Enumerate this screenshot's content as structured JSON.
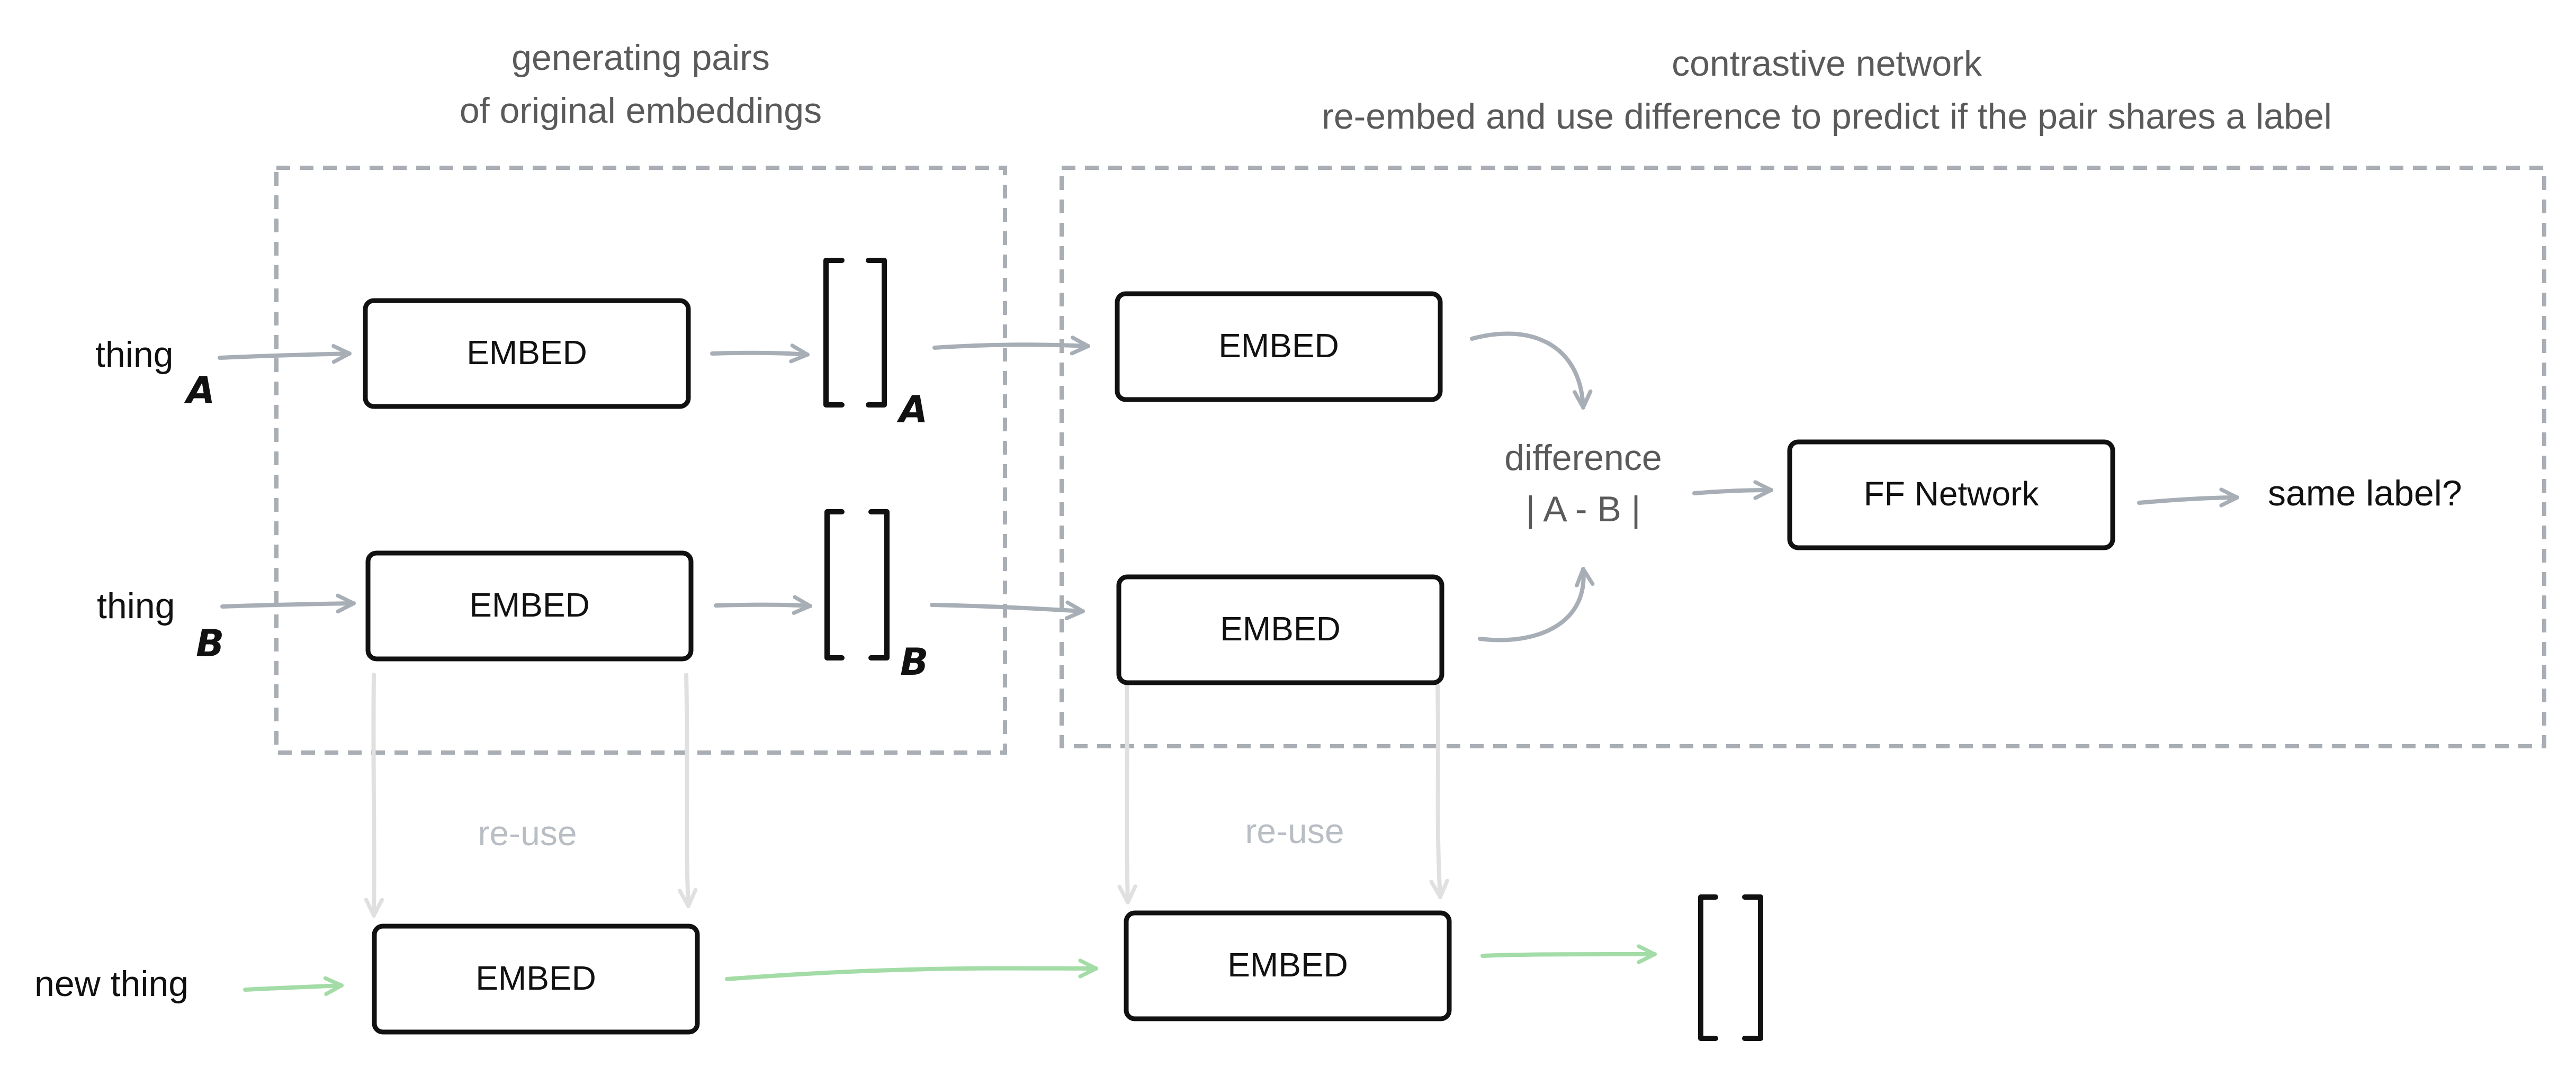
{
  "headers": {
    "pairs_line1": "generating pairs",
    "pairs_line2": "of original embeddings",
    "contrastive_line1": "contrastive network",
    "contrastive_line2": "re-embed and use difference to predict if the pair shares a label"
  },
  "inputs": {
    "thing_a": "thing",
    "thing_a_sub": "A",
    "thing_b": "thing",
    "thing_b_sub": "B",
    "new_thing": "new thing"
  },
  "boxes": {
    "embed_label": "EMBED",
    "ff_network": "FF Network"
  },
  "vectors": {
    "a_sub": "A",
    "b_sub": "B"
  },
  "difference": {
    "line1": "difference",
    "line2": "| A - B |"
  },
  "output": "same label?",
  "reuse": "re-use",
  "colors": {
    "dark": "#111111",
    "header_gray": "#5a5a5a",
    "arrow_gray": "#a7aeb6",
    "dash_gray": "#a9aeb4",
    "pale_gray": "#e0e0e0",
    "reuse_text": "#b9bec4",
    "green": "#a3dca6"
  }
}
